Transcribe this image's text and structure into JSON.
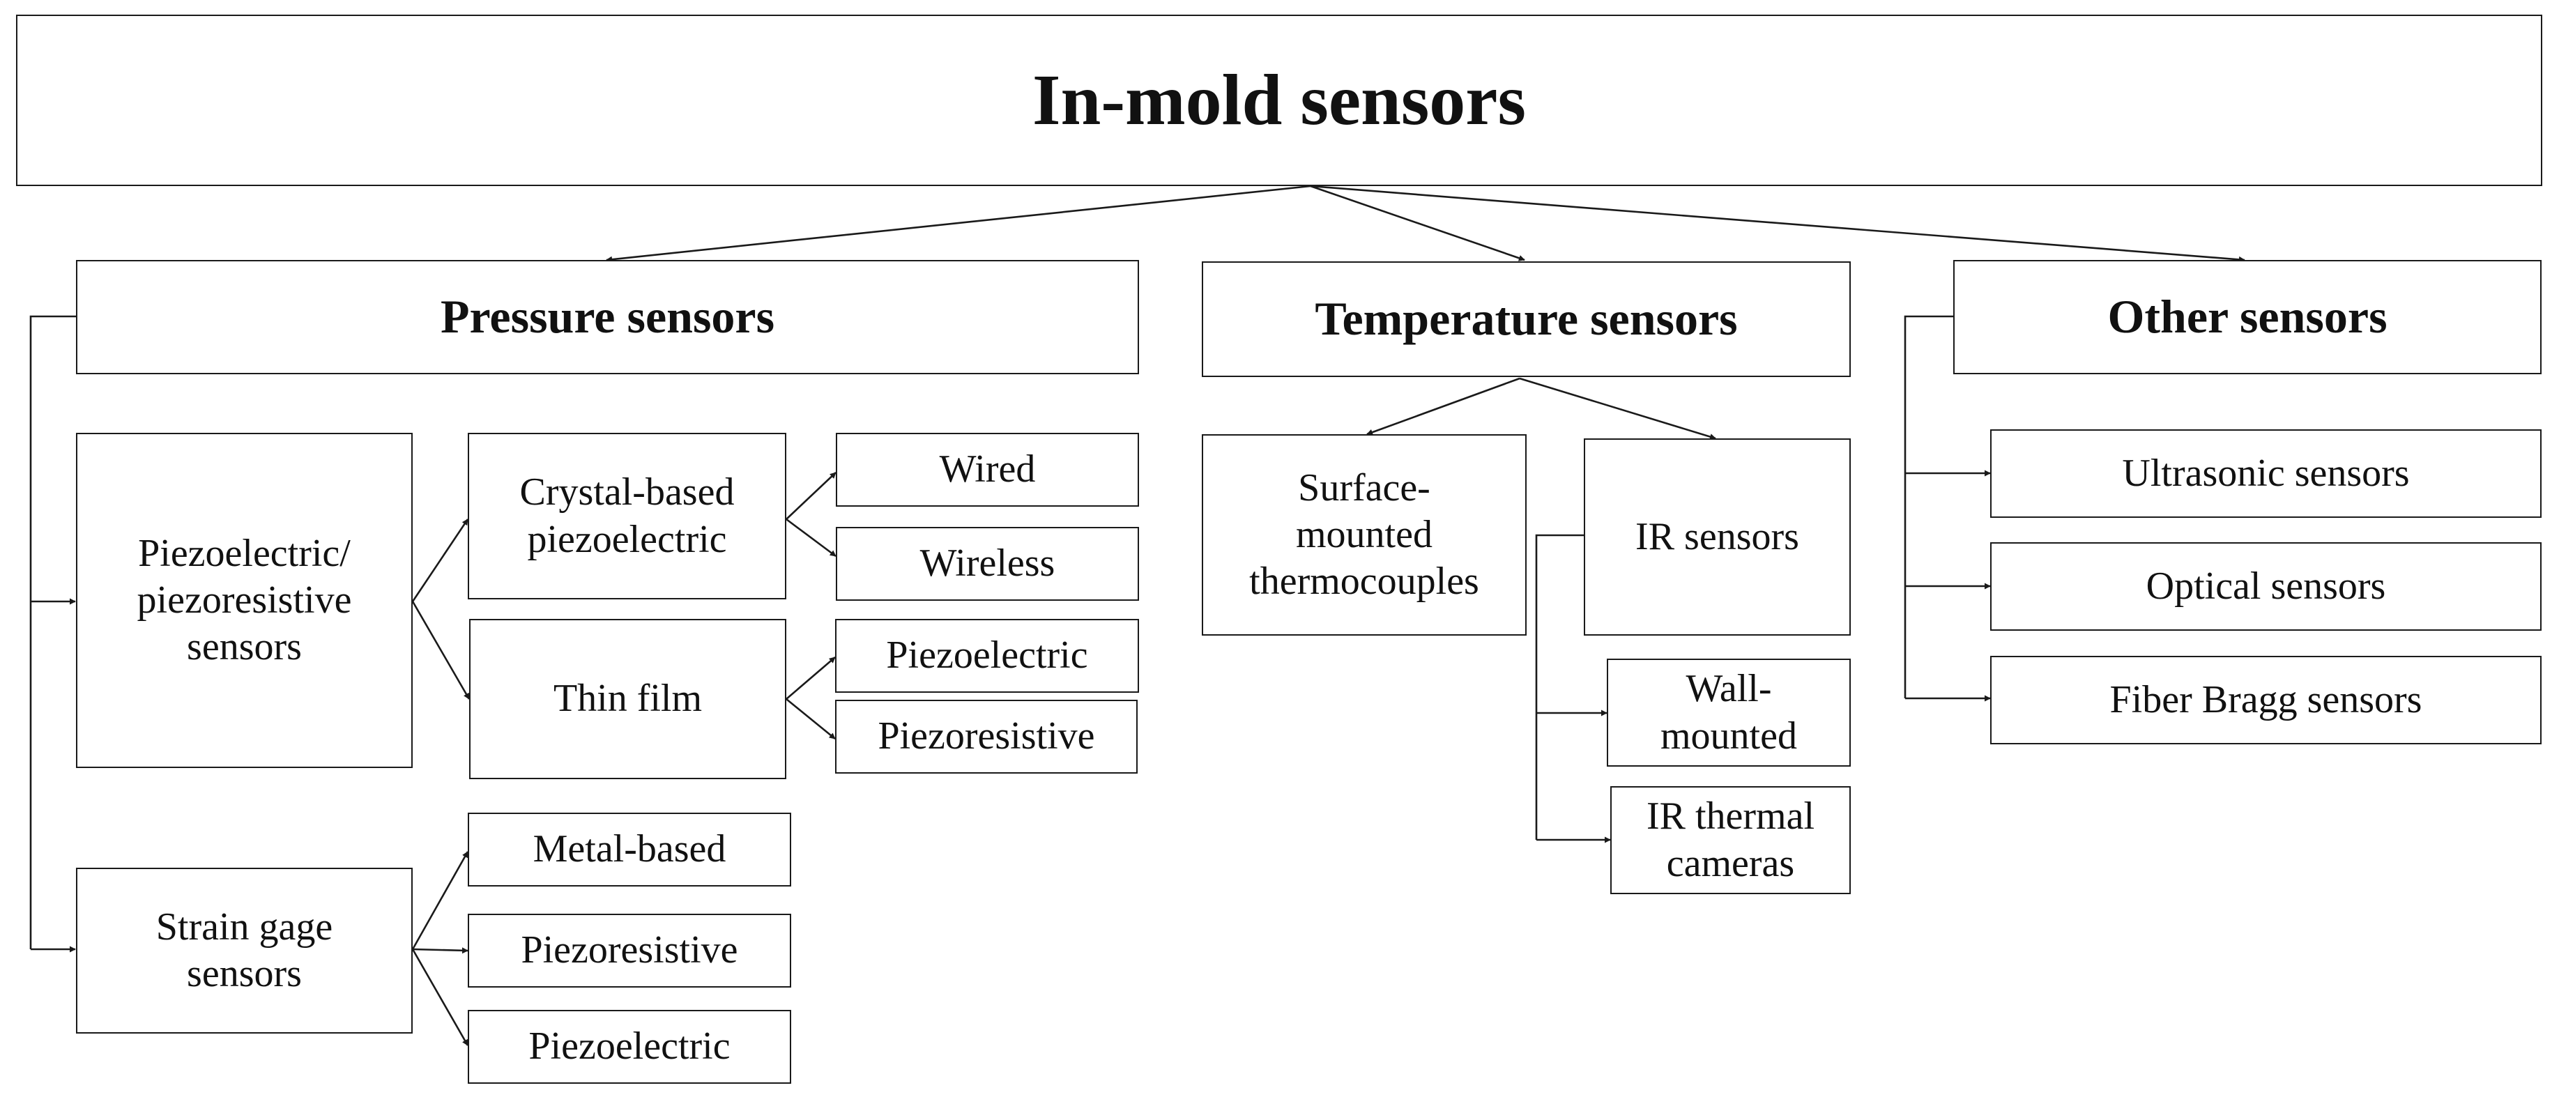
{
  "diagram": {
    "root": "In-mold sensors",
    "categories": {
      "pressure": "Pressure sensors",
      "temperature": "Temperature sensors",
      "other": "Other sensors"
    },
    "pressure": {
      "piezo_group": "Piezoelectric/\npiezoresistive\nsensors",
      "crystal_based": "Crystal-based\npiezoelectric",
      "wired": "Wired",
      "wireless": "Wireless",
      "thin_film": "Thin film",
      "thin_film_piezoelectric": "Piezoelectric",
      "thin_film_piezoresistive": "Piezoresistive",
      "strain_gage": "Strain gage\nsensors",
      "metal_based": "Metal-based",
      "strain_piezoresistive": "Piezoresistive",
      "strain_piezoelectric": "Piezoelectric"
    },
    "temperature": {
      "thermocouples": "Surface-\nmounted\nthermocouples",
      "ir_sensors": "IR sensors",
      "wall_mounted": "Wall-\nmounted",
      "ir_cameras": "IR thermal\ncameras"
    },
    "other": {
      "ultrasonic": "Ultrasonic sensors",
      "optical": "Optical sensors",
      "fiber_bragg": "Fiber Bragg sensors"
    }
  },
  "colors": {
    "stroke": "#1a1a1a",
    "text": "#111111",
    "background": "#ffffff"
  }
}
